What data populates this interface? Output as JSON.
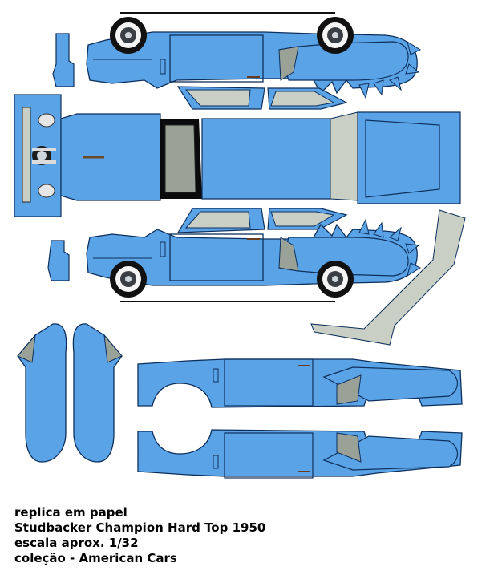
{
  "template": {
    "model": "Studbacker Champion Hard Top 1950",
    "colors": {
      "body": "#5aa3e6",
      "outline": "#0d2f5c",
      "window": "#c9cfc4",
      "grey_panel": "#9aa298",
      "tire": "#111111",
      "whitewall": "#f5f5f5"
    }
  },
  "caption": {
    "line1": "replica em papel",
    "line2": "Studbacker Champion Hard Top 1950",
    "line3": "escala aprox. 1/32",
    "line4": "coleção - American Cars"
  }
}
